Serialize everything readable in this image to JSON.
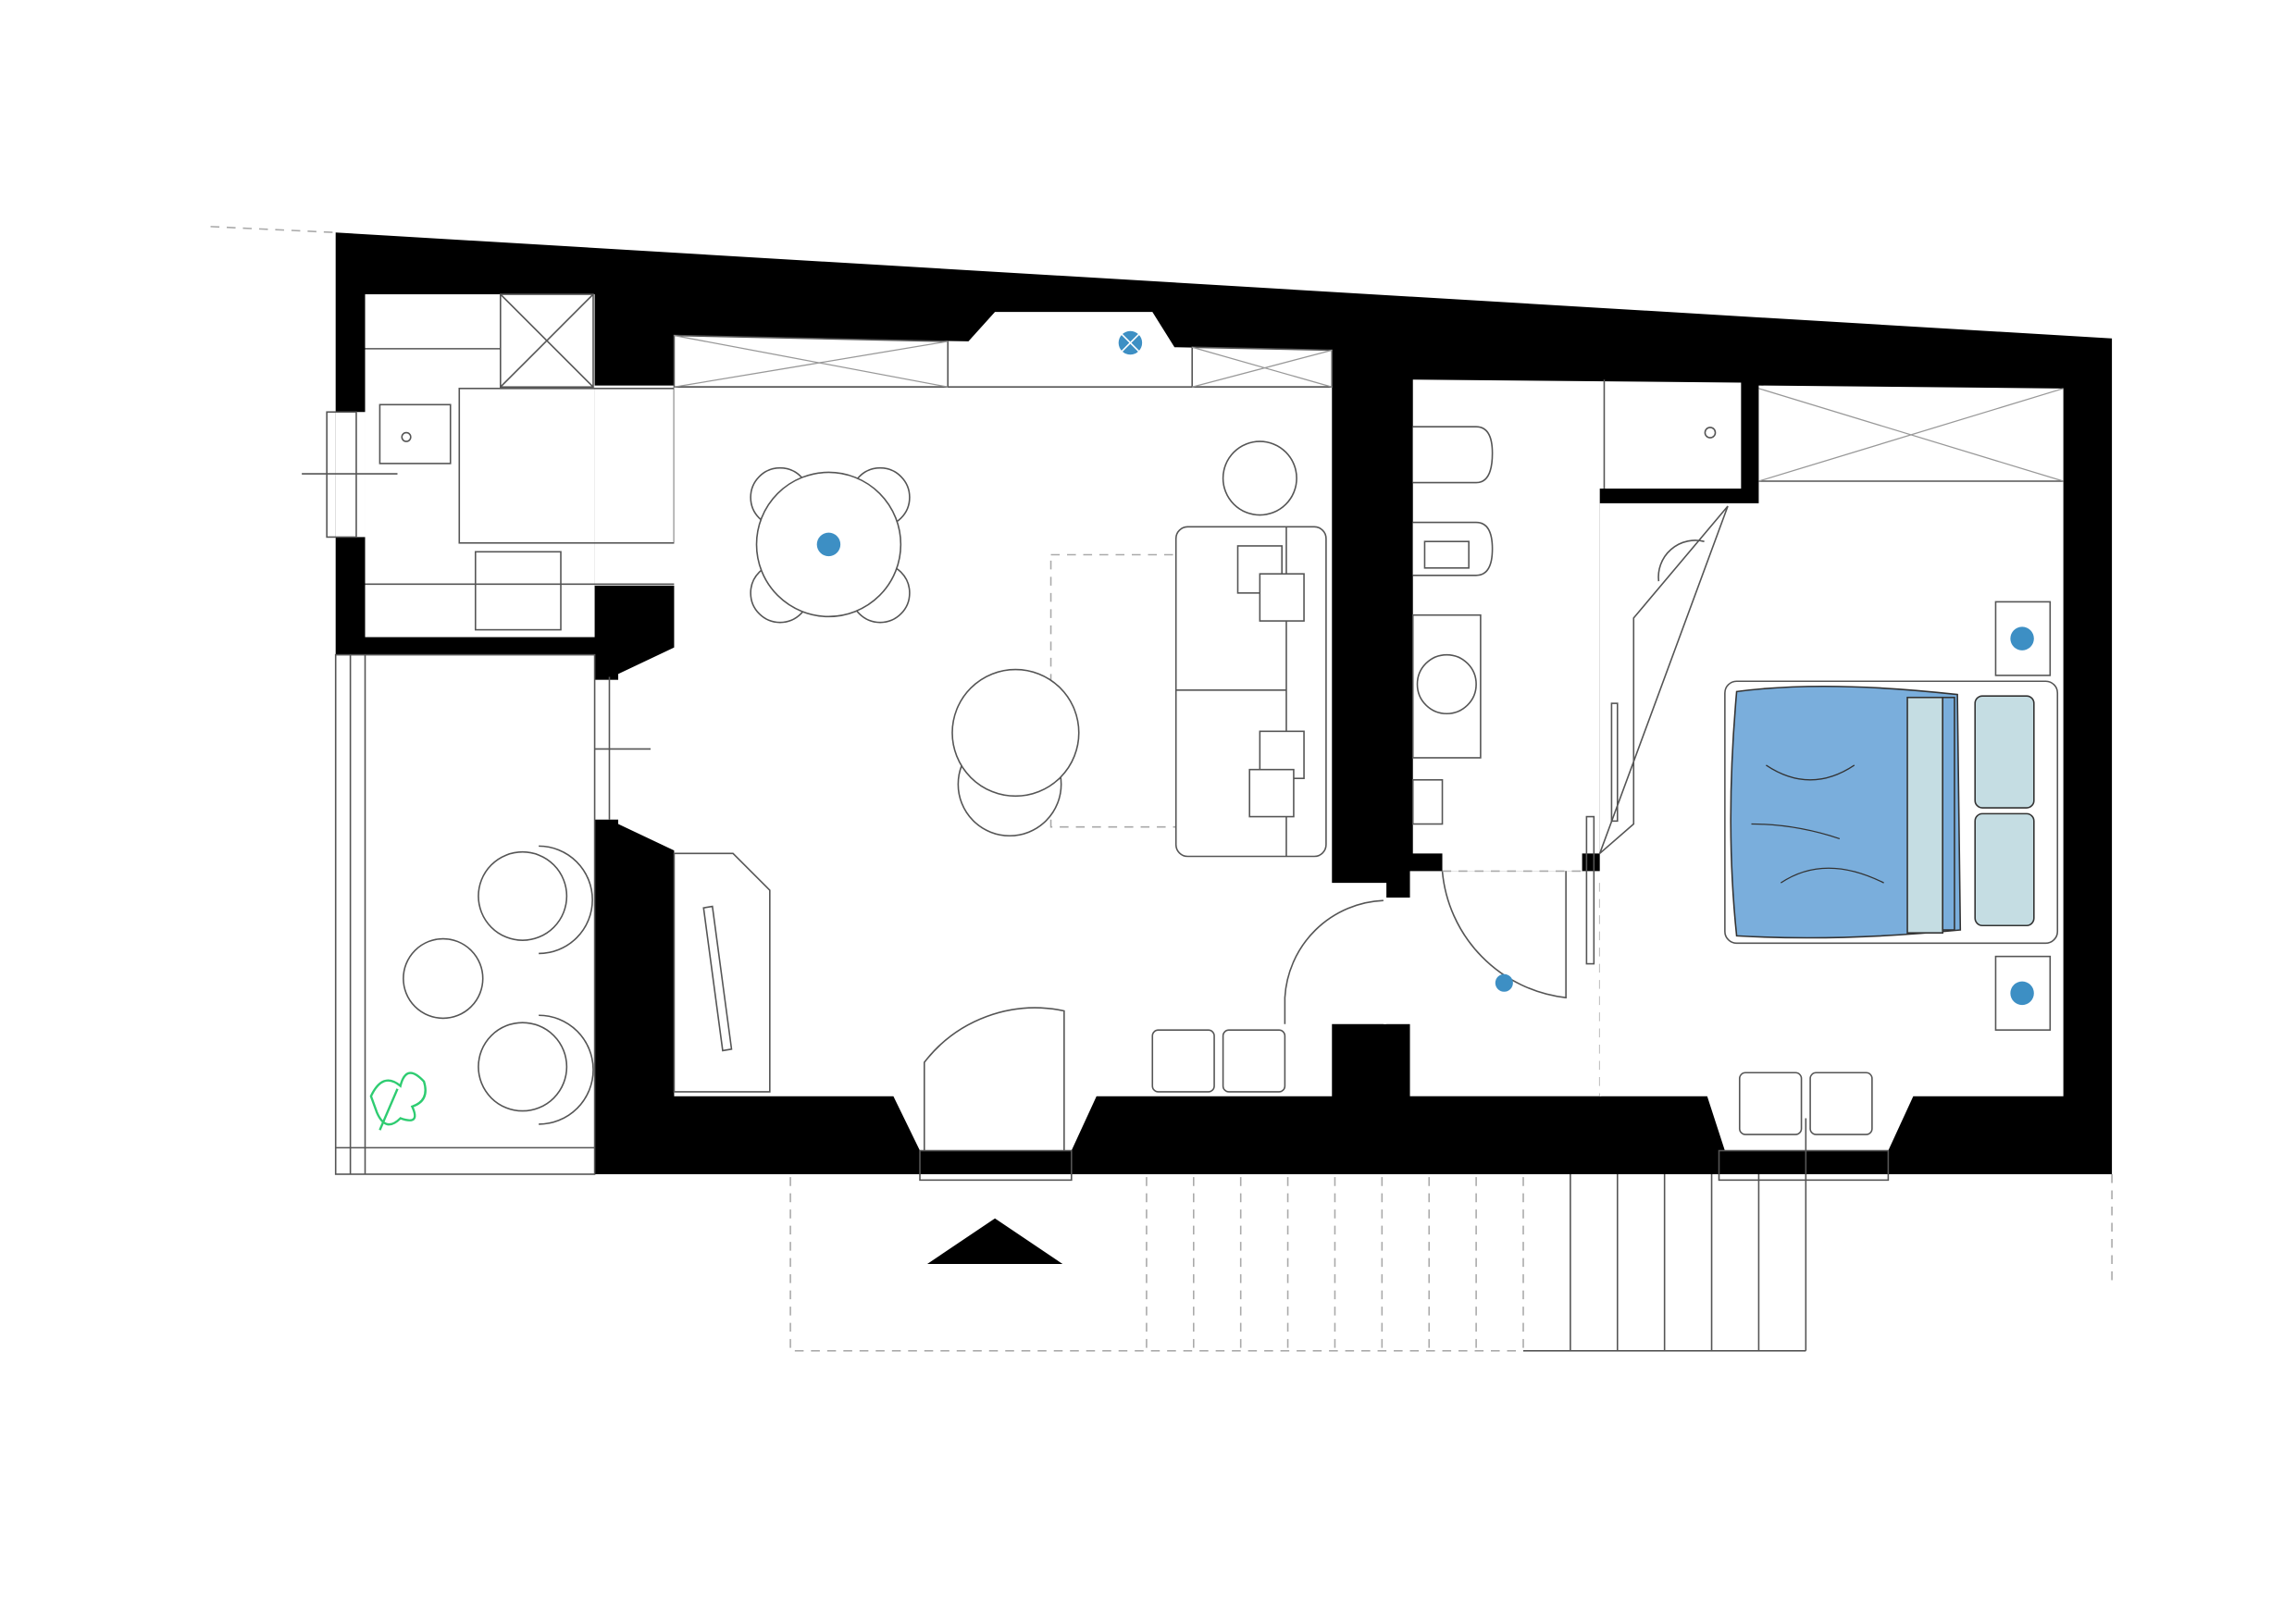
{
  "plan": {
    "type": "apartment floor plan",
    "rooms": [
      "kitchen",
      "living-room",
      "balcony",
      "bathroom",
      "hallway",
      "bedroom"
    ],
    "colors": {
      "wall": "#000000",
      "bed_cover": "#7aaedc",
      "pillow": "#c5dde3",
      "light_fixture": "#3d8fc4",
      "plant": "#2ecc71",
      "line": "#555555"
    }
  }
}
